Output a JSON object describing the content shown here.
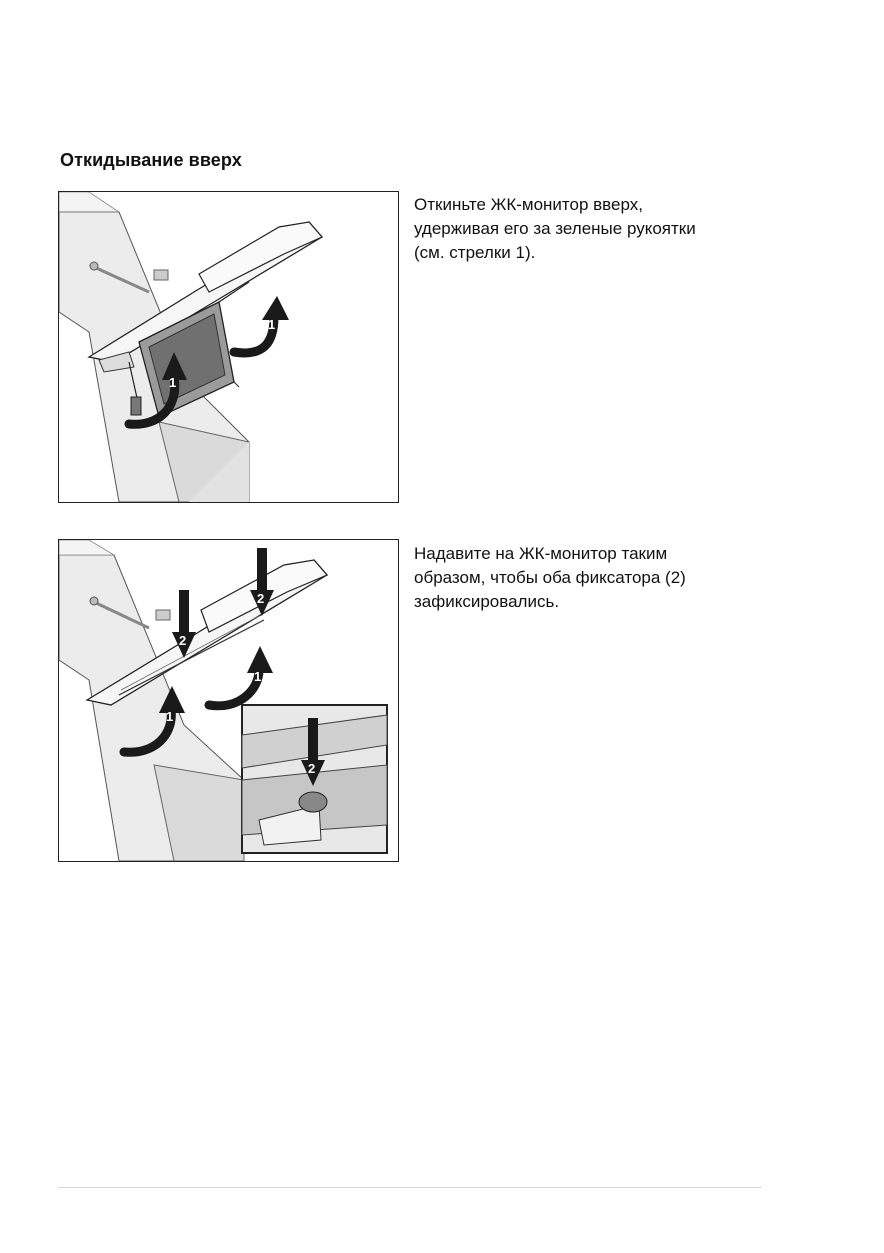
{
  "section": {
    "title": "Откидывание вверх"
  },
  "steps": [
    {
      "text": "Откиньте ЖК-монитор вверх,\nудерживая его за зеленые рукоятки\n(см. стрелки 1).",
      "arrow_labels": [
        "1",
        "1"
      ]
    },
    {
      "text": "Надавите на ЖК-монитор таким\nобразом, чтобы оба фиксатора (2)\nзафиксировались.",
      "arrow_labels": [
        "1",
        "1",
        "2",
        "2",
        "2"
      ]
    }
  ],
  "colors": {
    "line": "#222222",
    "machine_fill": "#ececec",
    "machine_shade": "#d9d9d9",
    "arrow": "#1a1a1a"
  }
}
